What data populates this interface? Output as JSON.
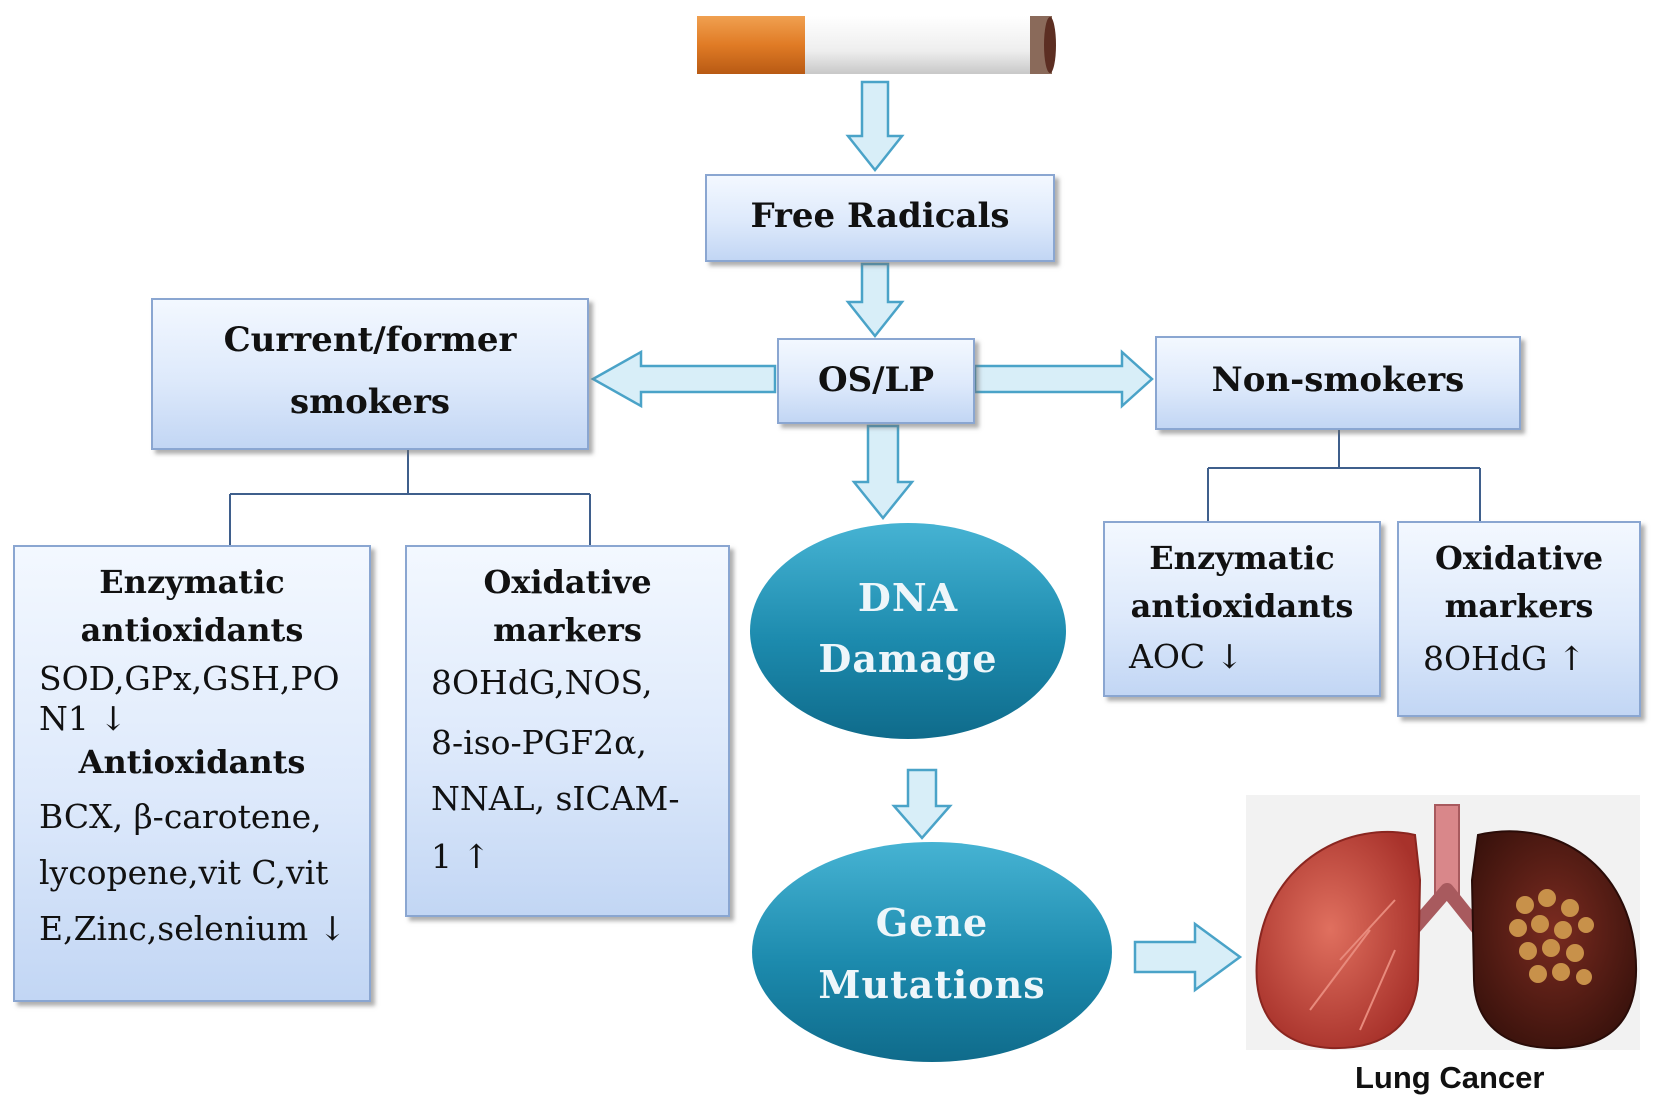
{
  "nodes": {
    "free_radicals": "Free Radicals",
    "os_lp": "OS/LP",
    "current_smokers_line1": "Current/former",
    "current_smokers_line2": "smokers",
    "non_smokers": "Non-smokers",
    "dna_damage_line1": "DNA",
    "dna_damage_line2": "Damage",
    "gene_mutations_line1": "Gene",
    "gene_mutations_line2": "Mutations",
    "lung_cancer": "Lung Cancer"
  },
  "smokers_enzymatic": {
    "heading_line1": "Enzymatic",
    "heading_line2": "antioxidants",
    "items_line1": "SOD,GPx,GSH,PO",
    "items_line2": "N1 ↓",
    "subheading": "Antioxidants",
    "anti_line1": "BCX, β-carotene,",
    "anti_line2": "lycopene,vit C,vit",
    "anti_line3": "E,Zinc,selenium ↓"
  },
  "smokers_oxidative": {
    "heading_line1": "Oxidative",
    "heading_line2": "markers",
    "line1": "8OHdG,NOS,",
    "line2": "8-iso-PGF2α,",
    "line3": "NNAL, sICAM-",
    "line4": "1 ↑"
  },
  "nonsmokers_enzymatic": {
    "heading_line1": "Enzymatic",
    "heading_line2": "antioxidants",
    "value": "AOC ↓"
  },
  "nonsmokers_oxidative": {
    "heading_line1": "Oxidative",
    "heading_line2": "markers",
    "value": "8OHdG ↑"
  },
  "colors": {
    "box_fill": "#dde9fb",
    "box_border": "#8aa6d1",
    "arrow_fill": "#d8eef8",
    "arrow_stroke": "#4aa3c8",
    "ellipse_fill": "#1f8db0",
    "lung_left": "#c4463c",
    "lung_right": "#5a1e16"
  },
  "icons": [
    "cigarette-icon",
    "lungs-icon"
  ]
}
